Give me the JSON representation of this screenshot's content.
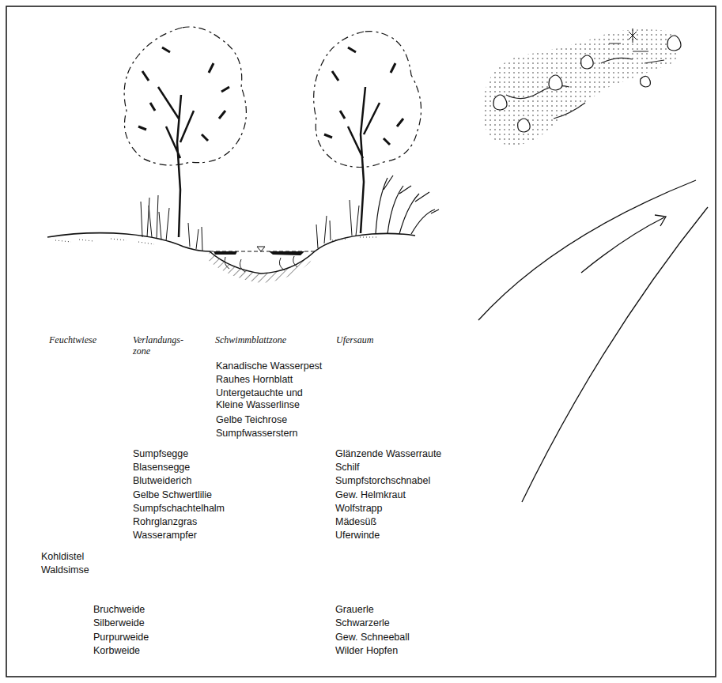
{
  "diagram": {
    "labels": [
      "Feuchtwiese",
      "Verlandungs- zone",
      "Schwimmblattzone",
      "Ufersaum",
      "Kanadische Wasserpest",
      "Rauhes Hornblatt",
      "Untergetauchte und Kleine Wasserlinse",
      "Gelbe Teichrose",
      "Sumpfwasserstern",
      "Sumpfsegge",
      "Glänzende Wasserraute",
      "Blasensegge",
      "Schilf",
      "Blutweiderich",
      "Sumpfstorchschnabel",
      "Gelbe Schwertlilie",
      "Gew. Helmkraut",
      "Sumpfschachtelhalm",
      "Wolfstrapp",
      "Rohrglanzgras",
      "Mädesüß",
      "Wasserampfer",
      "Uferwinde",
      "Kohldistel",
      "Waldsimse",
      "Bruchweide",
      "Grauerle",
      "Silberweide",
      "Schwarzerle",
      "Purpurweide",
      "Gew. Schneeball",
      "Korbweide",
      "Wilder Hopfen"
    ]
  }
}
